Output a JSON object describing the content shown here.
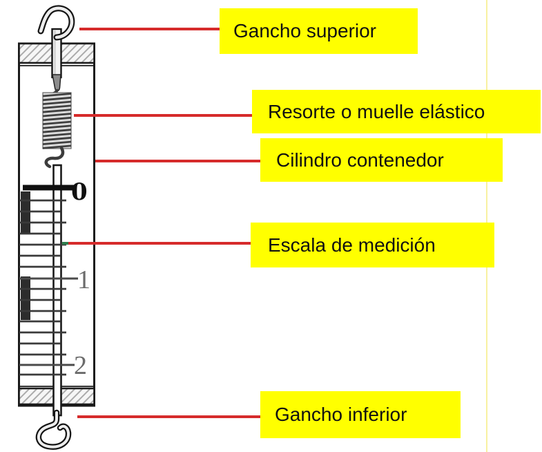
{
  "labels": {
    "gancho_superior": "Gancho superior",
    "resorte": "Resorte o muelle elástico",
    "cilindro": "Cilindro contenedor",
    "escala": "Escala de medición",
    "gancho_inferior": "Gancho inferior"
  },
  "scale": {
    "marks": [
      "0",
      "1",
      "2"
    ]
  },
  "colors": {
    "label_background": "#ffff00",
    "label_text": "#111111",
    "connector_red": "#d62b2b",
    "accent_vertical_line": "#f8f1a0",
    "drawing_ink": "#1a1a1a",
    "scale_zone_dark": "#2c2c2c",
    "green_tip": "#2f7d4e"
  }
}
